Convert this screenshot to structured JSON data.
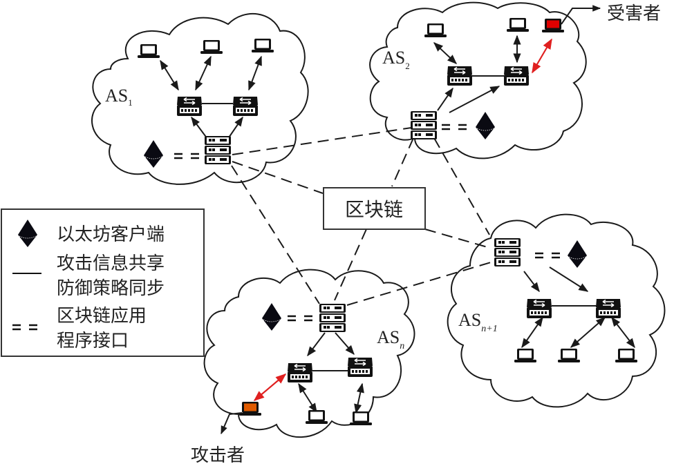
{
  "diagram": {
    "title_hidden": "",
    "blockchain_label": "区块链",
    "victim_label": "受害者",
    "attacker_label": "攻击者",
    "as_labels": [
      {
        "main": "AS",
        "sub": "1"
      },
      {
        "main": "AS",
        "sub": "2"
      },
      {
        "main": "AS",
        "sub": "n"
      },
      {
        "main": "AS",
        "sub": "n+1"
      }
    ],
    "colors": {
      "victim": "#e00000",
      "attacker": "#e05a00",
      "red_link": "#e02020",
      "icon": "#0a0a12"
    },
    "legend": {
      "items": [
        {
          "icon": "ethereum-icon",
          "label_lines": [
            "以太坊客户端"
          ]
        },
        {
          "icon": "solid-line",
          "label_lines": [
            "攻击信息共享",
            "防御策略同步"
          ]
        },
        {
          "icon": "double-dash-line",
          "label_lines": [
            "区块链应用",
            "程序接口"
          ]
        }
      ]
    }
  }
}
